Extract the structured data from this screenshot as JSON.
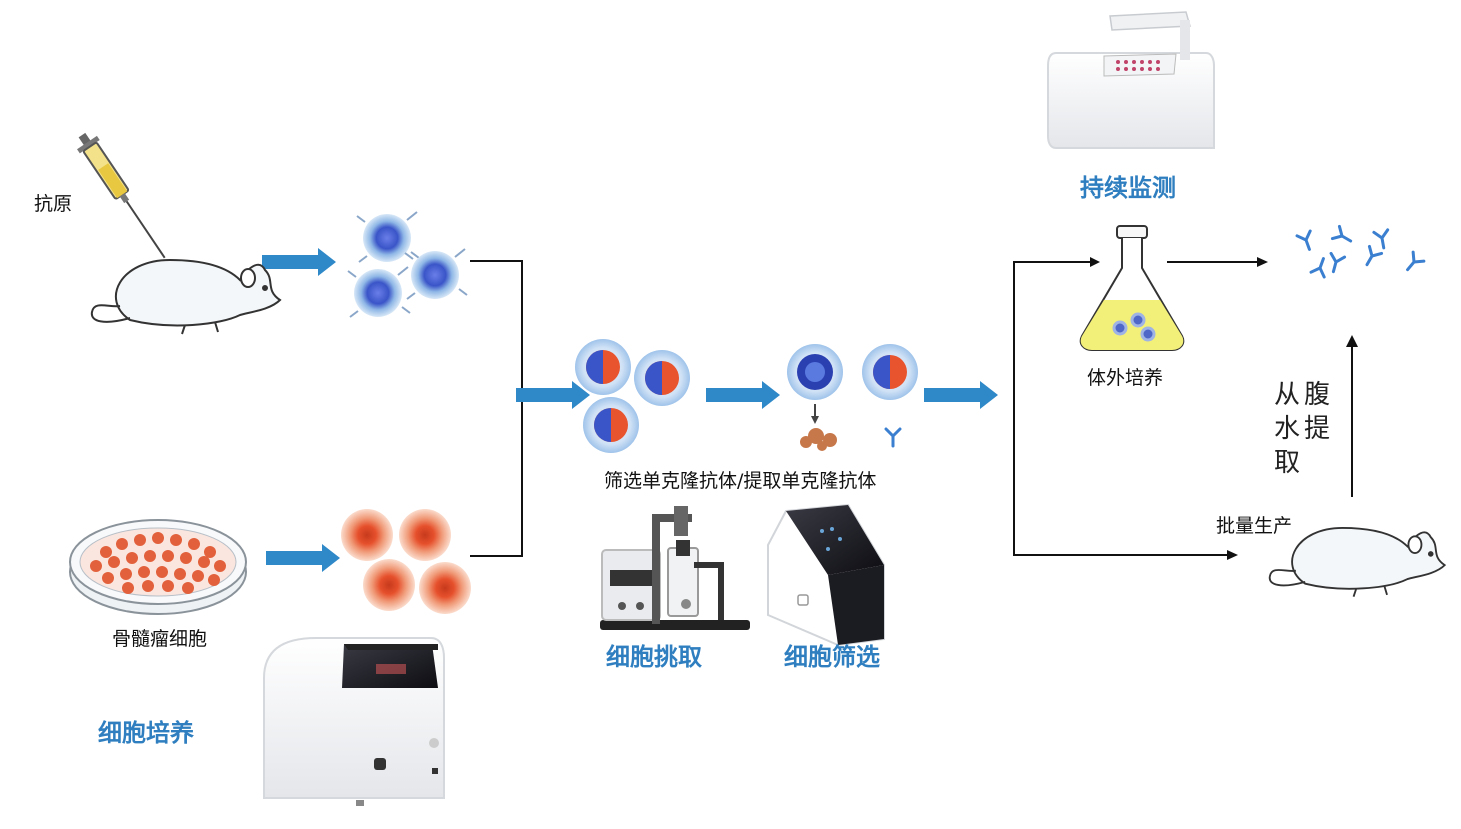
{
  "labels": {
    "antigen": "抗原",
    "myeloma": "骨髓瘤细胞",
    "screen_extract": "筛选单克隆抗体/提取单克隆抗体",
    "in_vitro": "体外培养",
    "batch": "批量生产",
    "ascites_line1": "从腹",
    "ascites_line2": "水提",
    "ascites_line3": "取"
  },
  "equipment": {
    "culture": "细胞培养",
    "picking": "细胞挑取",
    "screening": "细胞筛选",
    "monitoring": "持续监测"
  },
  "colors": {
    "arrow_blue": "#2f88c8",
    "label_blue": "#2f7fc0",
    "cell_nucleus_blue": "#3a55c8",
    "cell_red": "#e04a2a",
    "culture_yellow": "#f3f07a"
  },
  "icons": [
    "syringe-icon",
    "mouse-icon",
    "b-cell-icon",
    "myeloma-cell-icon",
    "petri-dish-icon",
    "hybridoma-cell-icon",
    "antibody-icon",
    "flask-icon",
    "incubator-device-icon",
    "microscope-device-icon",
    "screening-device-icon",
    "monitor-device-icon"
  ]
}
